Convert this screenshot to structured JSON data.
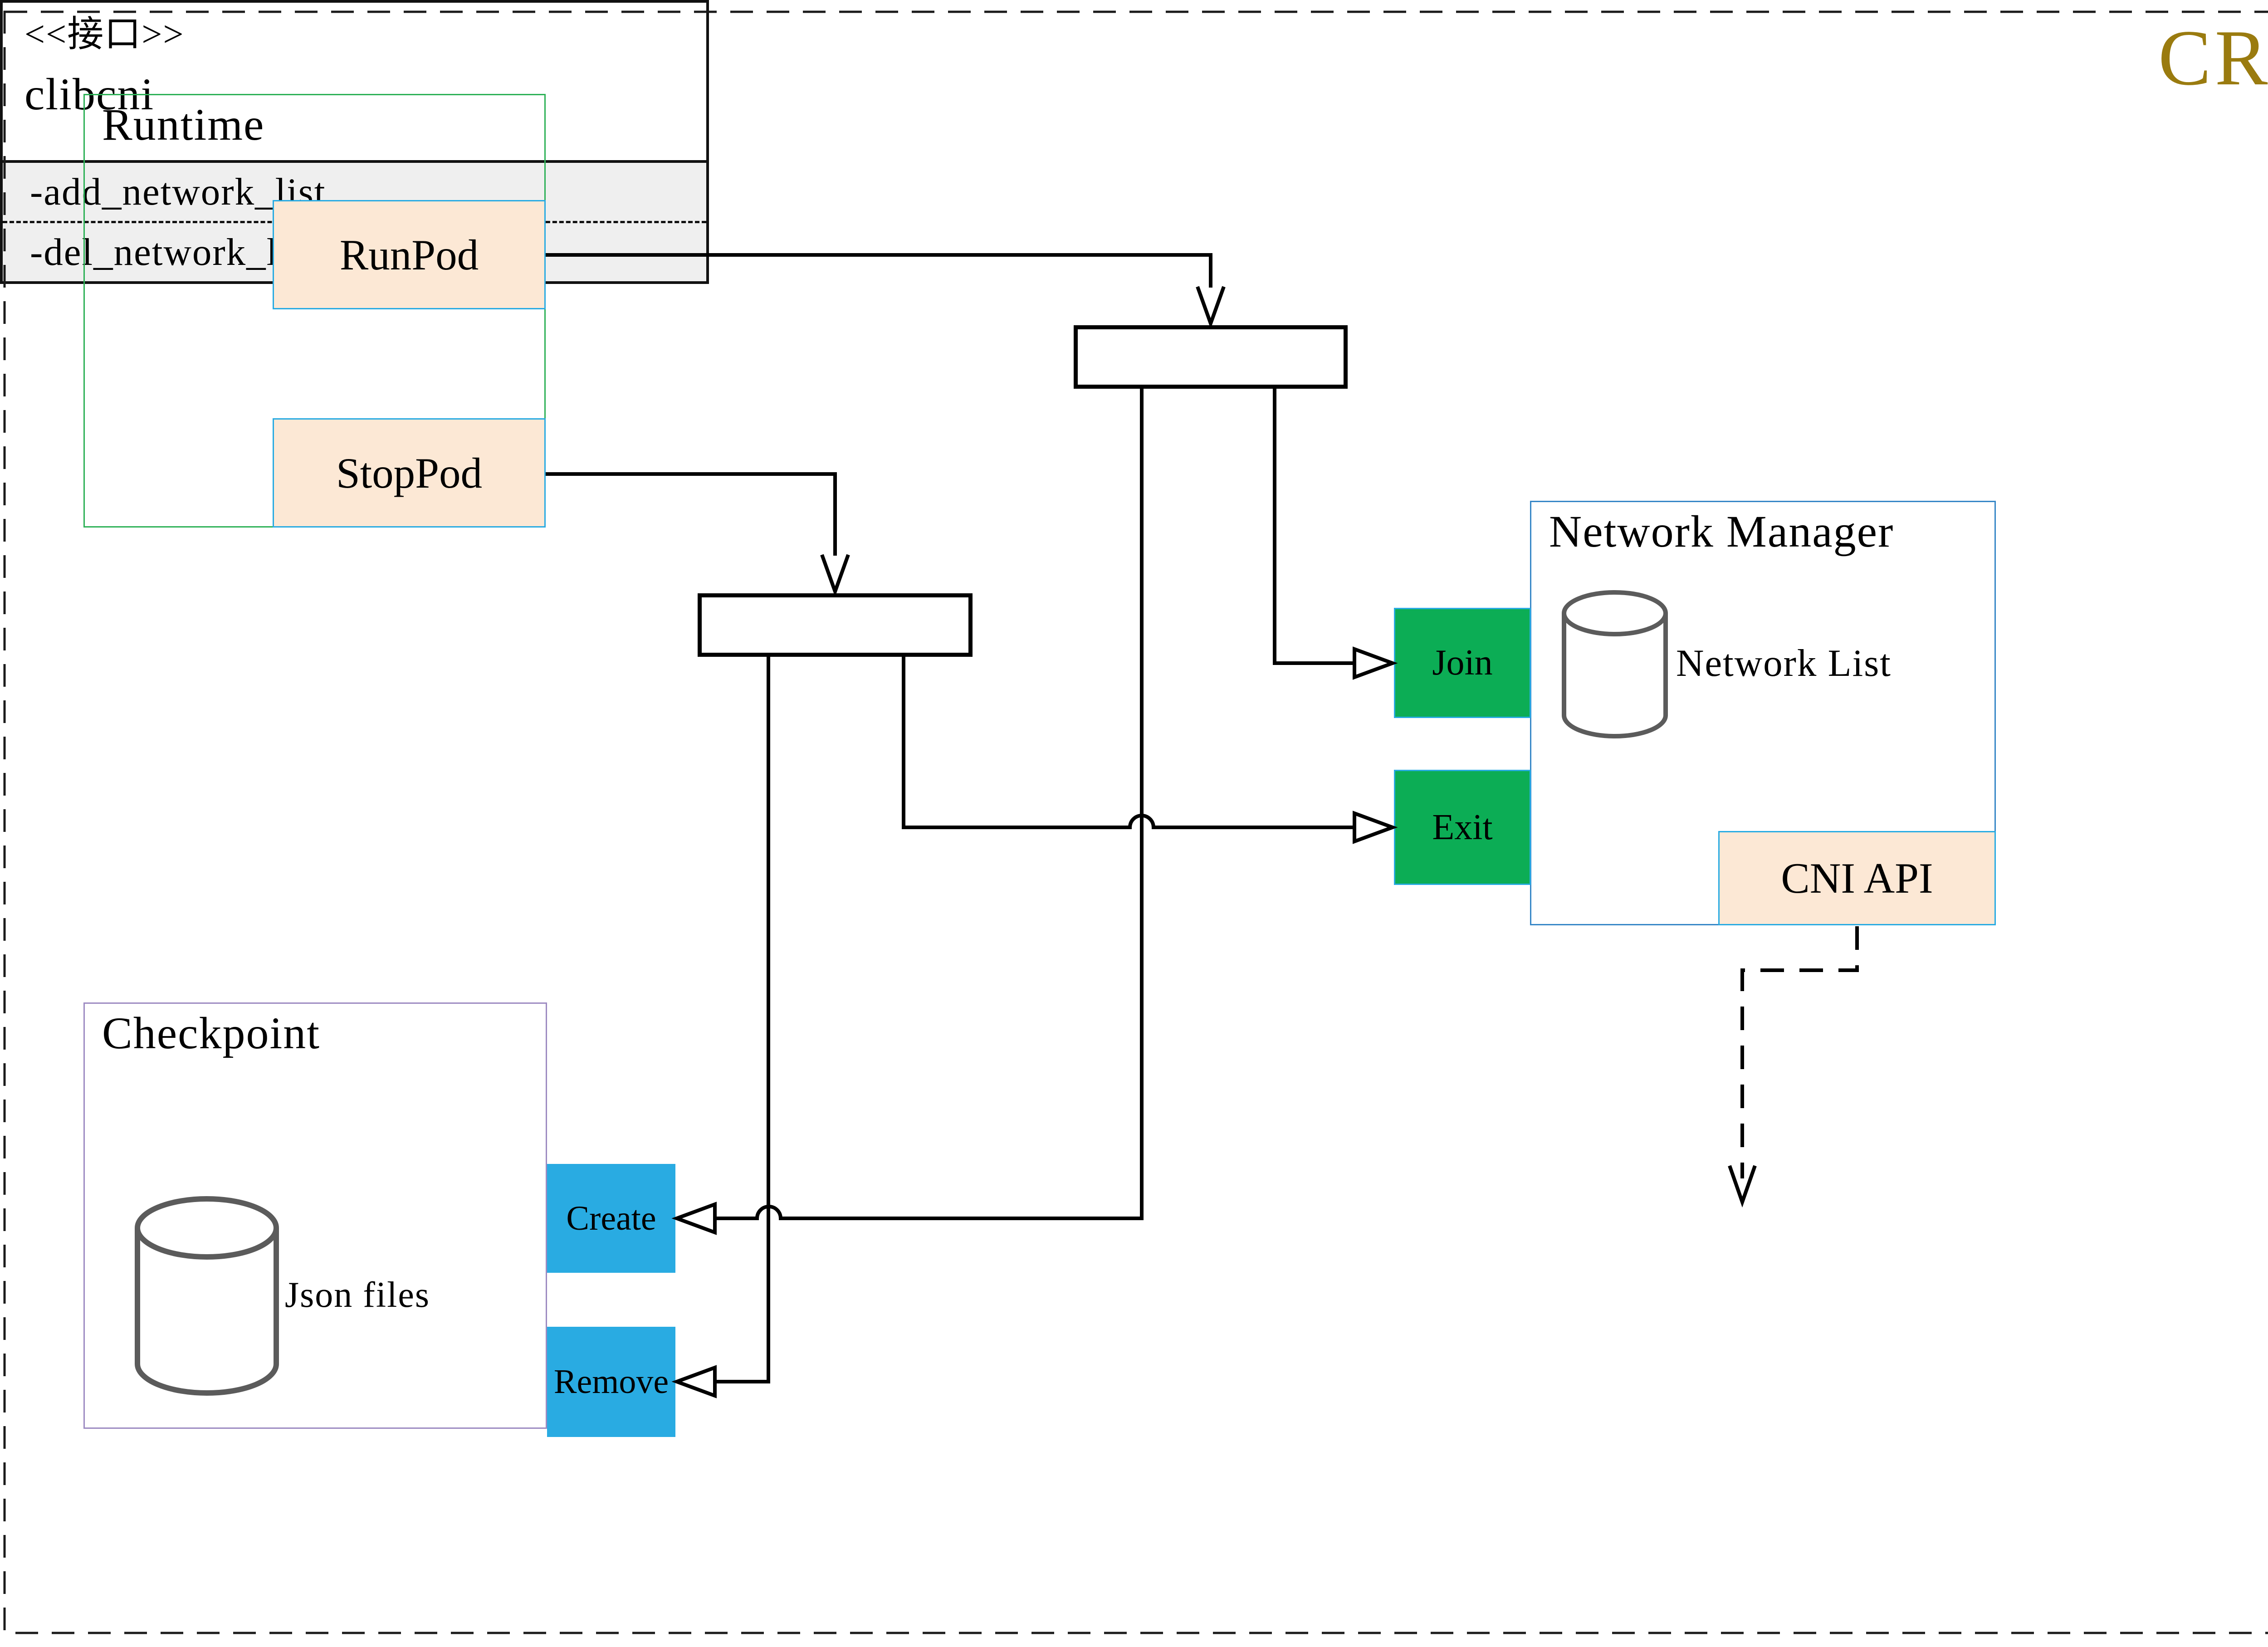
{
  "badge": {
    "label": "CRI",
    "color": "#9A7B0F"
  },
  "runtime": {
    "label": "Runtime",
    "run_pod_label": "RunPod",
    "stop_pod_label": "StopPod"
  },
  "network_manager": {
    "label": "Network Manager",
    "join_label": "Join",
    "exit_label": "Exit",
    "network_list_label": "Network List",
    "cni_api_label": "CNI API"
  },
  "checkpoint": {
    "label": "Checkpoint",
    "json_files_label": "Json files",
    "create_label": "Create",
    "remove_label": "Remove"
  },
  "interface_box": {
    "stereotype": "<<接口>>",
    "name": "clibcni",
    "methods": [
      "-add_network_list",
      "-del_network_list"
    ]
  },
  "icons": {
    "network_list_store": "database-cylinder-icon",
    "json_files_store": "database-cylinder-icon"
  },
  "colors": {
    "runtime_border": "#2EB157",
    "network_manager_border": "#3787C7",
    "checkpoint_border": "#9D8BC2",
    "peach_fill": "#FCE8D5",
    "cyan_accent": "#29ABE2",
    "green_fill": "#0CAD55",
    "interface_attr_bg": "#EFEFEF",
    "cylinder_stroke": "#5B5B5B",
    "brand": "#9A7B0F",
    "line": "#000000"
  }
}
